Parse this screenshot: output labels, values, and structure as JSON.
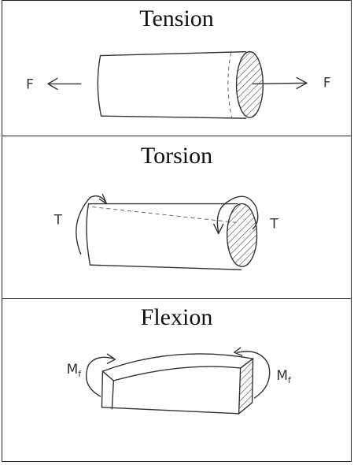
{
  "panels": [
    {
      "title": "Tension",
      "labels": {
        "left": "F",
        "right": "F"
      }
    },
    {
      "title": "Torsion",
      "labels": {
        "left": "T",
        "right": "T"
      }
    },
    {
      "title": "Flexion",
      "labels": {
        "left": "M",
        "left_sub": "f",
        "right": "M",
        "right_sub": "f"
      }
    }
  ]
}
